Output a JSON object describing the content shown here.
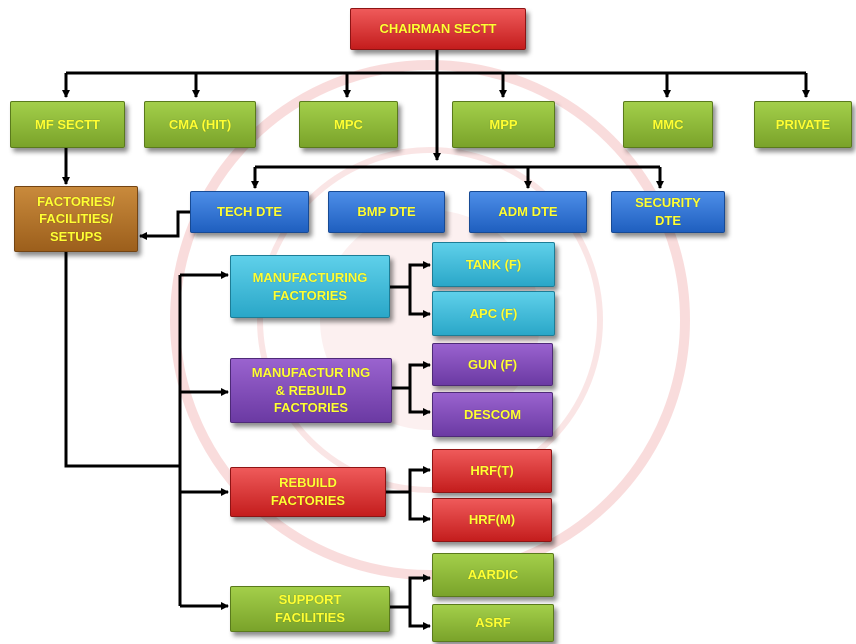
{
  "nodes": {
    "chairman": "CHAIRMAN SECTT",
    "mf_sectt": "MF SECTT",
    "cma": "CMA (HIT)",
    "mpc": "MPC",
    "mpp": "MPP",
    "mmc": "MMC",
    "private": "PRIVATE",
    "factories": "FACTORIES/\nFACILITIES/\nSETUPS",
    "tech_dte": "TECH DTE",
    "bmp_dte": "BMP DTE",
    "adm_dte": "ADM DTE",
    "security_dte": "SECURITY\nDTE",
    "manufacturing_factories": "MANUFACTURING\nFACTORIES",
    "manufacturing_rebuild": "MANUFACTUR ING\n& REBUILD\nFACTORIES",
    "rebuild_factories": "REBUILD\nFACTORIES",
    "support_facilities": "SUPPORT\nFACILITIES",
    "tank": "TANK (F)",
    "apc": "APC (F)",
    "gun": "GUN (F)",
    "descom": "DESCOM",
    "hrf_t": "HRF(T)",
    "hrf_m": "HRF(M)",
    "aardic": "AARDIC",
    "asrf": "ASRF"
  },
  "colors": {
    "red": "#c41d1d",
    "green": "#7aa32a",
    "blue": "#1f5fbf",
    "cyan": "#2aa7c8",
    "purple": "#6b3aa3",
    "brown": "#9c5f1c",
    "label_text": "#ffff33",
    "watermark": "#f2b3b3"
  }
}
